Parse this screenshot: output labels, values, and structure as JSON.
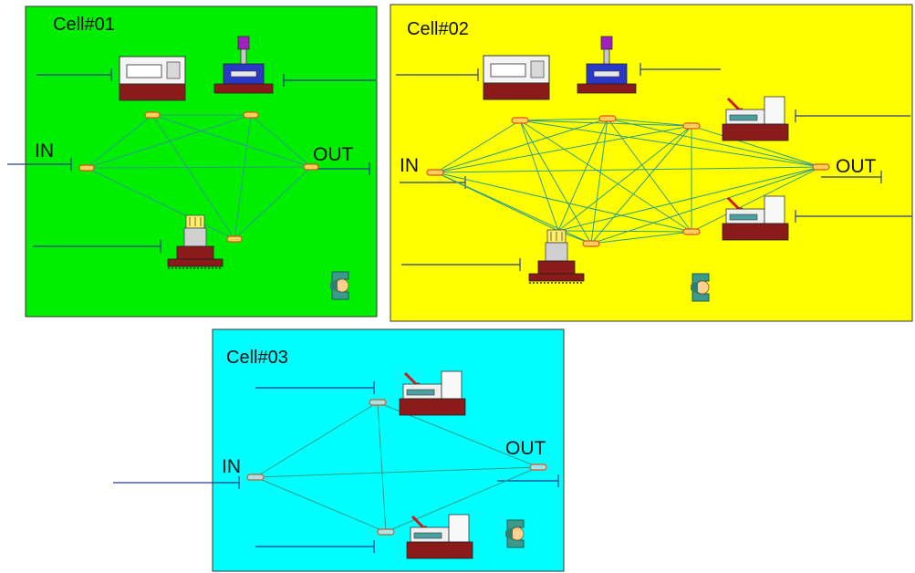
{
  "cells": [
    {
      "id": "cell01",
      "title": "Cell#01",
      "background": "#00ee00",
      "in_label": "IN",
      "out_label": "OUT",
      "machines": [
        "cnc-lathe-icon",
        "vertical-mill-icon",
        "drill-press-icon"
      ],
      "robot": "robot-gripper-icon"
    },
    {
      "id": "cell02",
      "title": "Cell#02",
      "background": "#ffff00",
      "in_label": "IN",
      "out_label": "OUT",
      "machines": [
        "cnc-lathe-icon",
        "vertical-mill-icon",
        "horizontal-machine-icon",
        "horizontal-machine-icon",
        "drill-press-icon"
      ],
      "robot": "robot-gripper-icon"
    },
    {
      "id": "cell03",
      "title": "Cell#03",
      "background": "#00ffff",
      "in_label": "IN",
      "out_label": "OUT",
      "machines": [
        "horizontal-machine-icon",
        "horizontal-machine-icon"
      ],
      "robot": "robot-gripper-icon"
    }
  ],
  "colors": {
    "edge": "#2e9e86",
    "feed_line": "#2a3b8f",
    "node_fill": "#ffd15a",
    "node_stroke": "#e0501e",
    "machine_base": "#8b1a1a"
  }
}
